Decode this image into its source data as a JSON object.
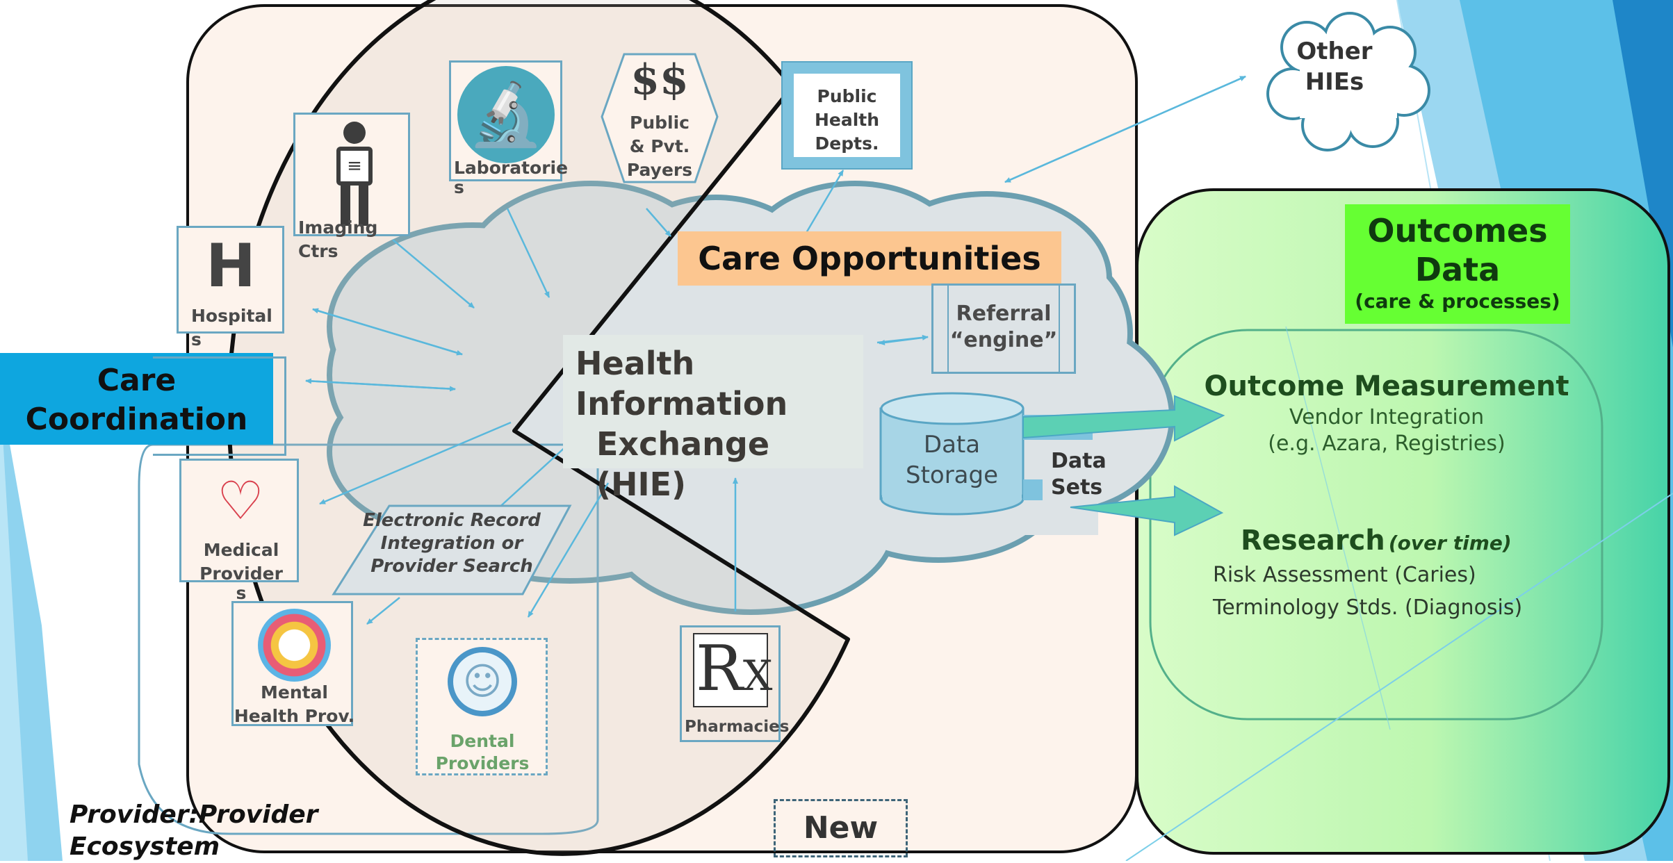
{
  "ecosystem": {
    "label_line1": "Provider:Provider",
    "label_line2": "Ecosystem"
  },
  "care_coordination": {
    "line1": "Care",
    "line2": "Coordination"
  },
  "care_opportunities": "Care Opportunities",
  "hie": {
    "line1": "Health",
    "line2": "Information",
    "line3": "Exchange (HIE)"
  },
  "data_storage": {
    "line1": "Data",
    "line2": "Storage"
  },
  "data_sets": {
    "line1": "Data",
    "line2": "Sets"
  },
  "referral": {
    "line1": "Referral",
    "line2": "“engine”"
  },
  "public_health": {
    "line1": "Public",
    "line2": "Health",
    "line3": "Depts."
  },
  "payers": {
    "symbol": "$$",
    "line1": "Public",
    "line2": "& Pvt.",
    "line3": "Payers"
  },
  "laboratories": {
    "line1": "Laboratorie",
    "line2": "s"
  },
  "imaging": {
    "line1": "Imaging",
    "line2": "Ctrs"
  },
  "hospitals": {
    "letter": "H",
    "line1": "Hospital",
    "line2": "s"
  },
  "medical_providers": {
    "line1": "Medical",
    "line2": "Provider",
    "line3": "s"
  },
  "mental_health": {
    "line1": "Mental",
    "line2": "Health Prov."
  },
  "dental": {
    "line1": "Dental",
    "line2": "Providers"
  },
  "pharmacies": {
    "symbol": "R",
    "symbol_sub": "X",
    "label": "Pharmacies"
  },
  "electronic_record": {
    "line1": "Electronic Record",
    "line2": "Integration or",
    "line3": "Provider Search"
  },
  "new_label": "New",
  "other_hies": {
    "line1": "Other",
    "line2": "HIEs"
  },
  "outcomes_data": {
    "line1": "Outcomes",
    "line2": "Data",
    "line3": "(care & processes)"
  },
  "outcome_measurement": {
    "title": "Outcome Measurement",
    "line1": "Vendor Integration",
    "line2": "(e.g. Azara, Registries)"
  },
  "research": {
    "title": "Research",
    "suffix": "(over time)",
    "line1": "Risk Assessment (Caries)",
    "line2": "Terminology Stds. (Diagnosis)"
  },
  "colors": {
    "care_coordination_bg": "#0ea6df",
    "care_opportunities_bg": "#fcc690",
    "outcomes_header_bg": "#66ff33",
    "cloud_fill": "#dde3e6",
    "cloud_stroke": "#6b9fb0",
    "ecosystem_bg": "#fdf3ec",
    "outcomes_bg": "#c9f9b5"
  }
}
